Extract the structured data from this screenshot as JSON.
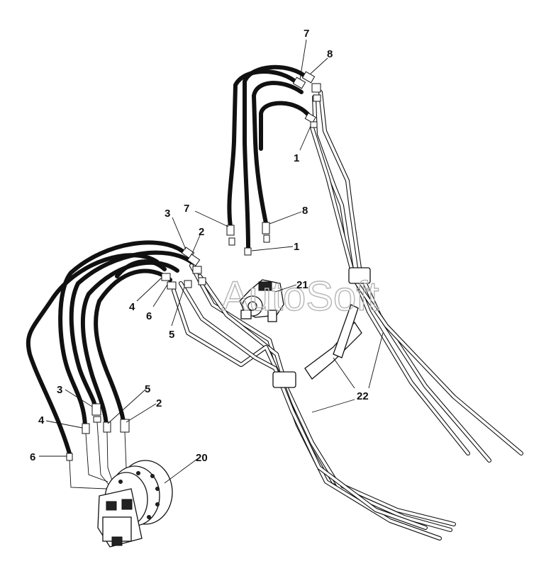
{
  "watermark": "AutoSoft",
  "callouts": [
    {
      "id": "c1",
      "text": "7"
    },
    {
      "id": "c2",
      "text": "8"
    },
    {
      "id": "c3",
      "text": "1"
    },
    {
      "id": "c4",
      "text": "7"
    },
    {
      "id": "c5",
      "text": "8"
    },
    {
      "id": "c6",
      "text": "1"
    },
    {
      "id": "c7",
      "text": "21"
    },
    {
      "id": "c8",
      "text": "3"
    },
    {
      "id": "c9",
      "text": "2"
    },
    {
      "id": "c10",
      "text": "4"
    },
    {
      "id": "c11",
      "text": "6"
    },
    {
      "id": "c12",
      "text": "5"
    },
    {
      "id": "c13",
      "text": "22"
    },
    {
      "id": "c14",
      "text": "3"
    },
    {
      "id": "c15",
      "text": "5"
    },
    {
      "id": "c16",
      "text": "2"
    },
    {
      "id": "c17",
      "text": "4"
    },
    {
      "id": "c18",
      "text": "6"
    },
    {
      "id": "c19",
      "text": "20"
    }
  ]
}
